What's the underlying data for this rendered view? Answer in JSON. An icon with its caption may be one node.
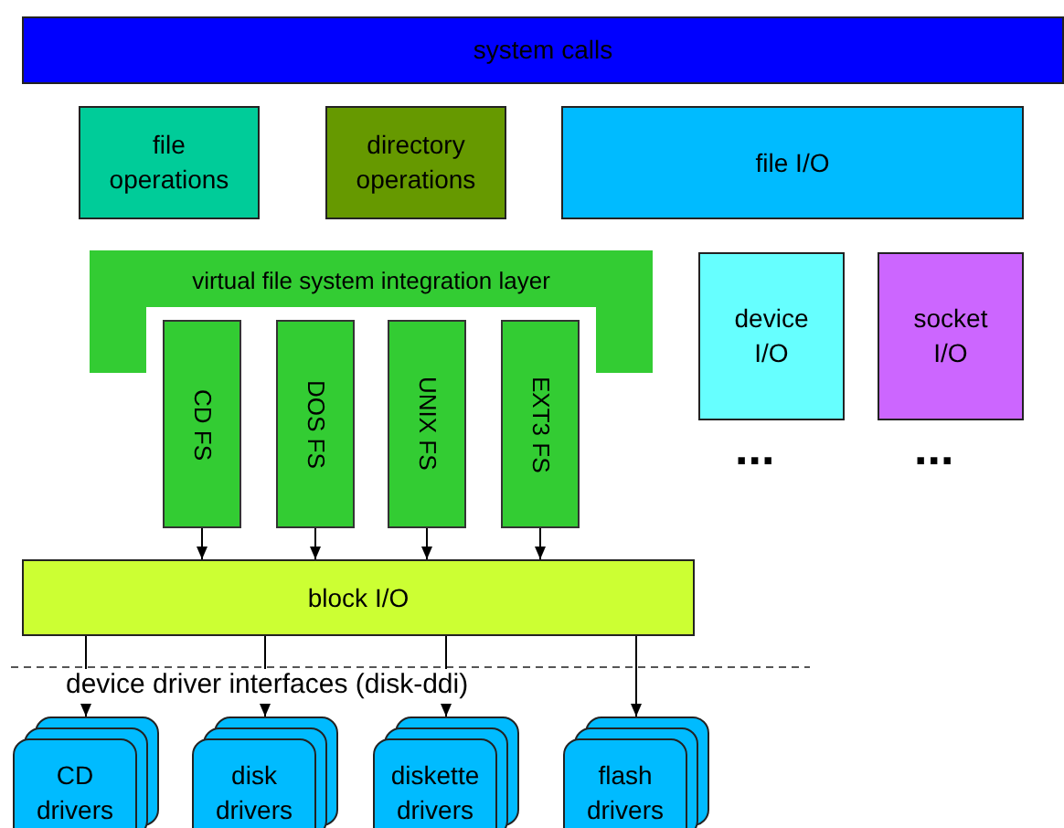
{
  "diagram": {
    "nodes": [
      {
        "text": [
          "system calls"
        ]
      },
      {
        "text": [
          "file operations"
        ]
      },
      {
        "text": [
          "directory operations"
        ]
      },
      {
        "text": [
          "file I/O"
        ]
      },
      {
        "text": [
          "virtual file system integration layer"
        ]
      },
      {
        "text": [
          "CD FS"
        ]
      },
      {
        "text": [
          "DOS FS"
        ]
      },
      {
        "text": [
          "UNIX FS"
        ]
      },
      {
        "text": [
          "EXT3 FS"
        ]
      },
      {
        "text": [
          "device I/O"
        ]
      },
      {
        "text": [
          "socket I/O"
        ]
      },
      {
        "text": [
          "block I/O"
        ]
      },
      {
        "text": [
          "CD drivers"
        ]
      },
      {
        "text": [
          "disk drivers"
        ]
      },
      {
        "text": [
          "diskette drivers"
        ]
      },
      {
        "text": [
          "flash drivers"
        ]
      }
    ],
    "edges": [
      {
        "from": 5,
        "to": 11,
        "arrow": "to"
      },
      {
        "from": 6,
        "to": 11,
        "arrow": "to"
      },
      {
        "from": 7,
        "to": 11,
        "arrow": "to"
      },
      {
        "from": 8,
        "to": 11,
        "arrow": "to"
      },
      {
        "from": 11,
        "to": 12,
        "arrow": "to"
      },
      {
        "from": 11,
        "to": 13,
        "arrow": "to"
      },
      {
        "from": 11,
        "to": 14,
        "arrow": "to"
      },
      {
        "from": 11,
        "to": 15,
        "arrow": "to"
      }
    ],
    "labels": [
      "...",
      "...",
      "device driver interfaces (disk-ddi)"
    ]
  }
}
